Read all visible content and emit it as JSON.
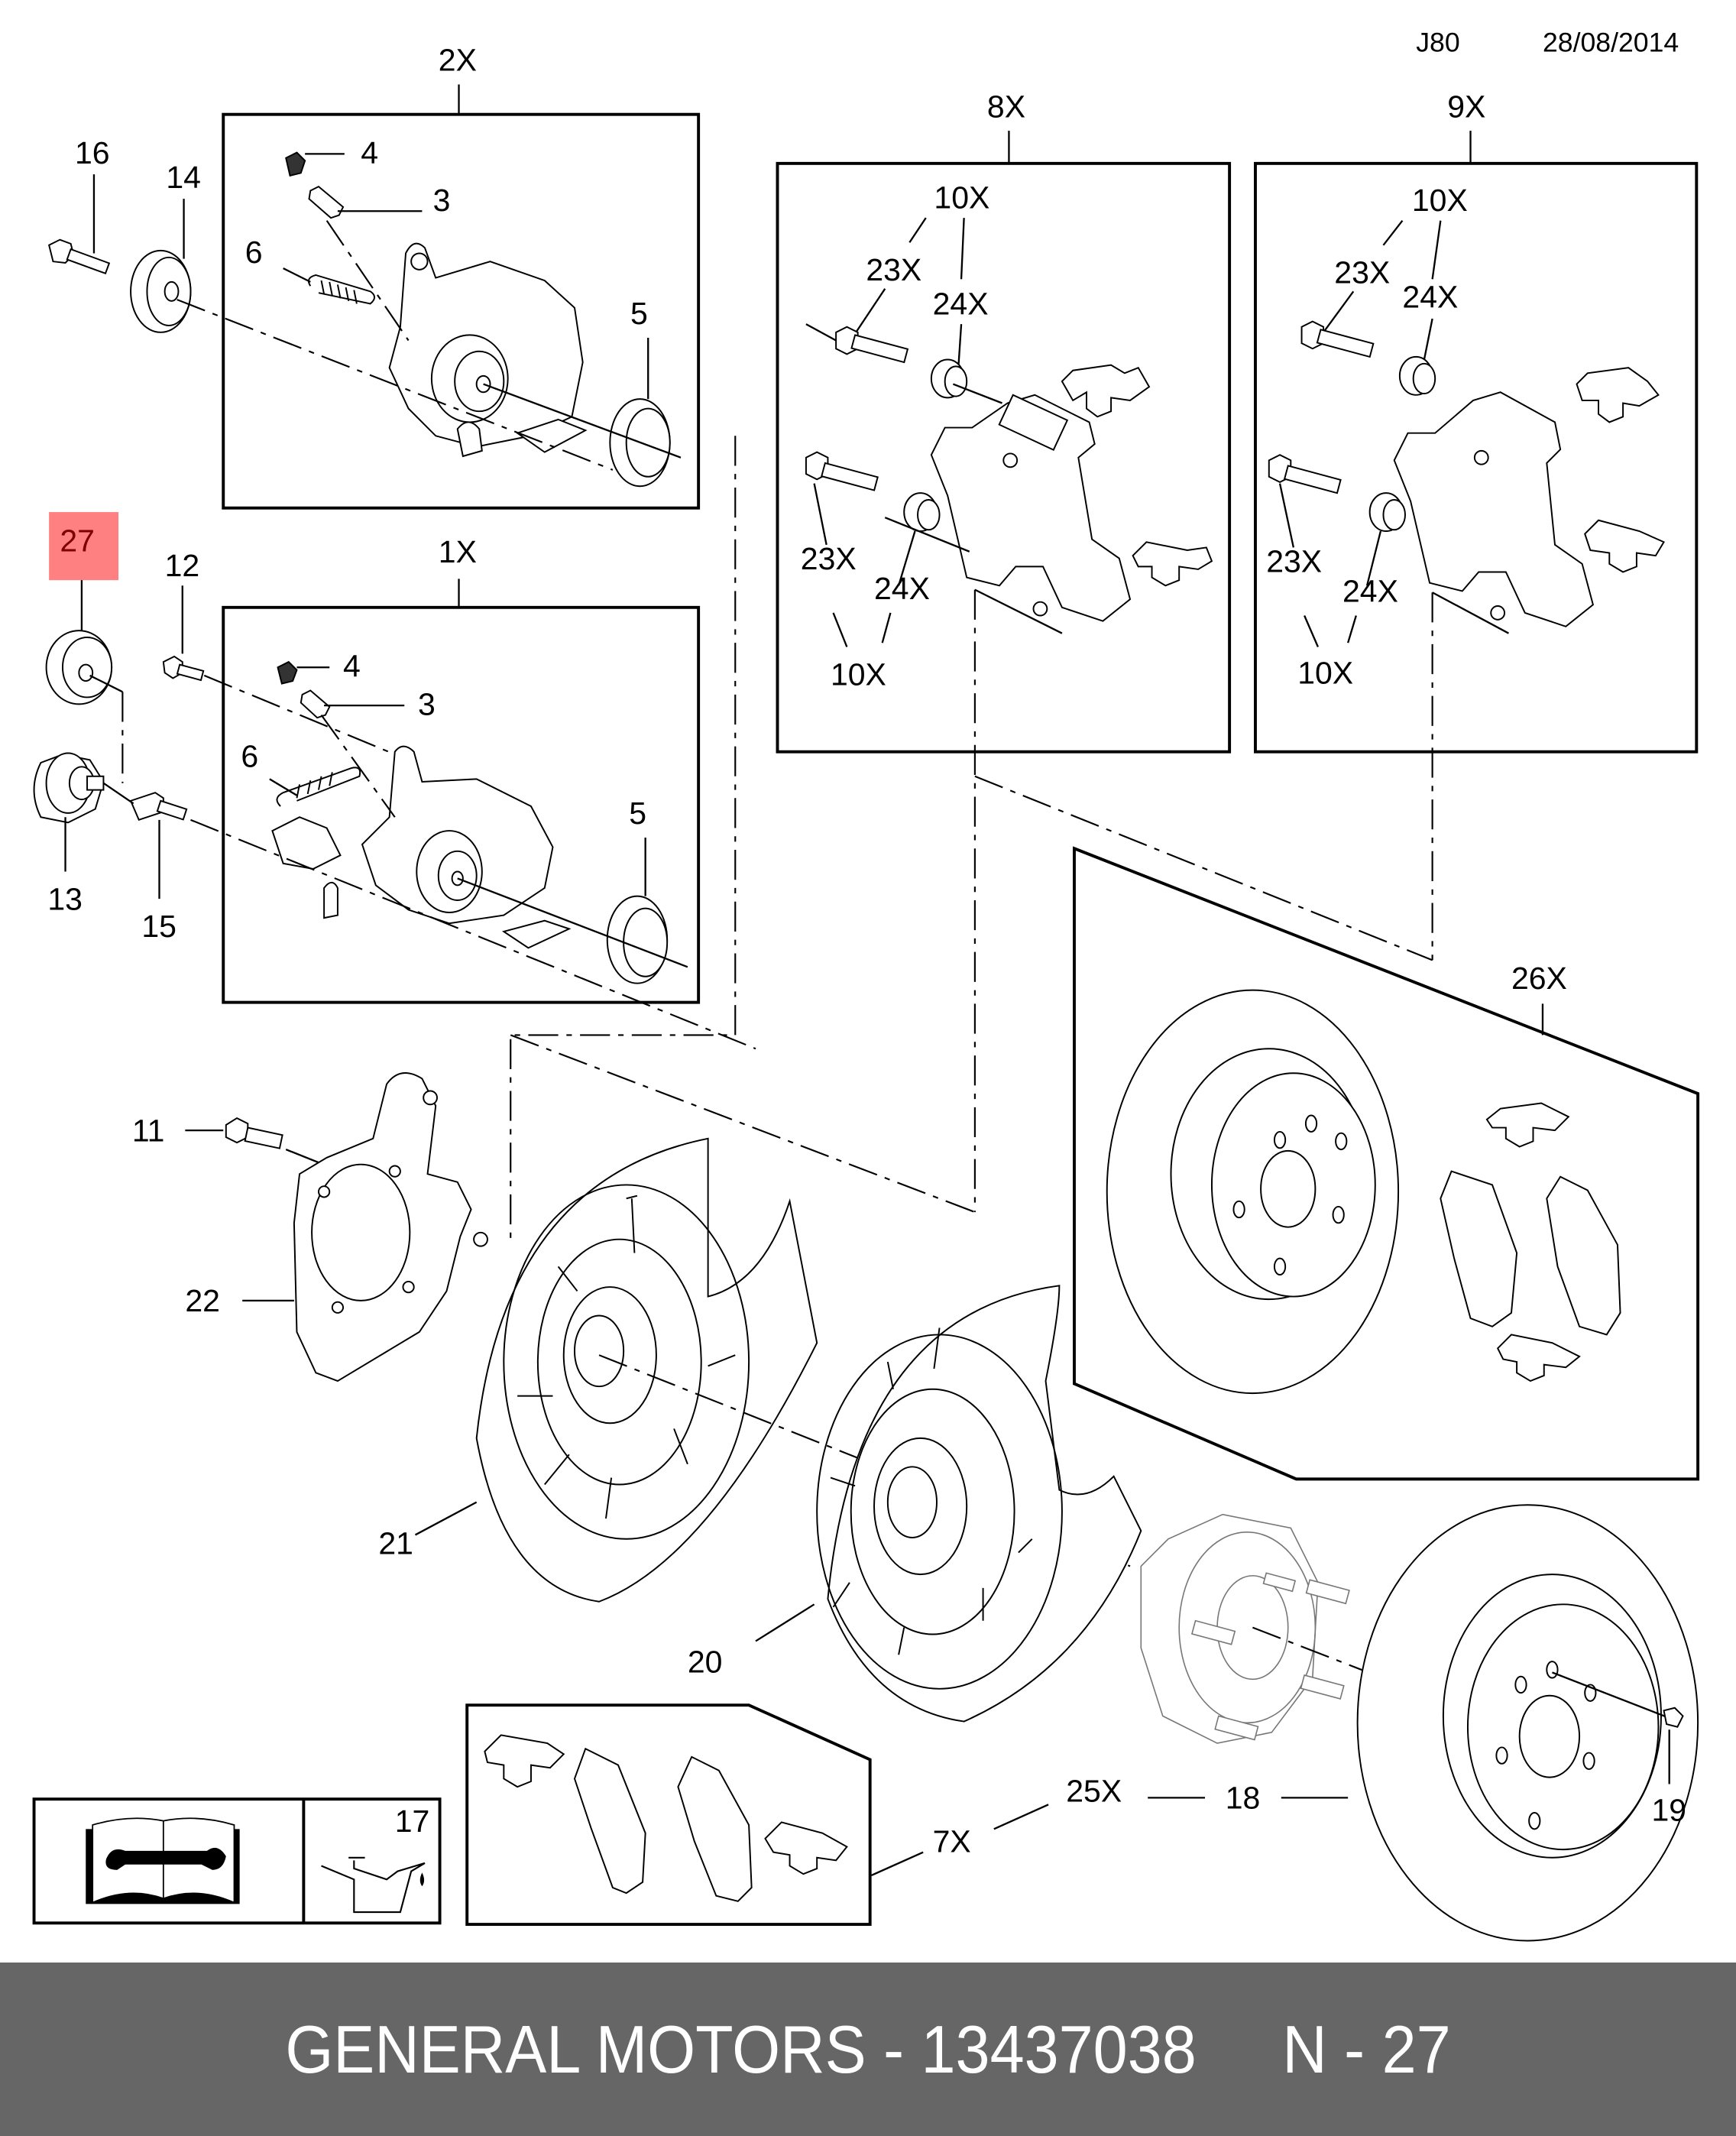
{
  "header": {
    "code": "J80",
    "date": "28/08/2014"
  },
  "highlight": {
    "part_number": "27",
    "fill_color": "#ff8080",
    "text_color": "#800000"
  },
  "groups": {
    "caliper_upper": "2X",
    "caliper_lower": "1X",
    "bracket_left": "8X",
    "bracket_right": "9X",
    "disc_pad_kit": "26X",
    "pad_set": "7X",
    "rotor_kit": "25X"
  },
  "callouts": {
    "p3": "3",
    "p4": "4",
    "p5": "5",
    "p6": "6",
    "p10": "10X",
    "p11": "11",
    "p12": "12",
    "p13": "13",
    "p14": "14",
    "p15": "15",
    "p16": "16",
    "p17": "17",
    "p18": "18",
    "p19": "19",
    "p20": "20",
    "p21": "21",
    "p22": "22",
    "p23": "23X",
    "p24": "24X"
  },
  "icons": {
    "manual": "service-manual-icon",
    "lubricant": "oil-can-icon"
  },
  "footer": {
    "text": "GENERAL MOTORS - 13437038     N - 27",
    "background": "#666666"
  }
}
